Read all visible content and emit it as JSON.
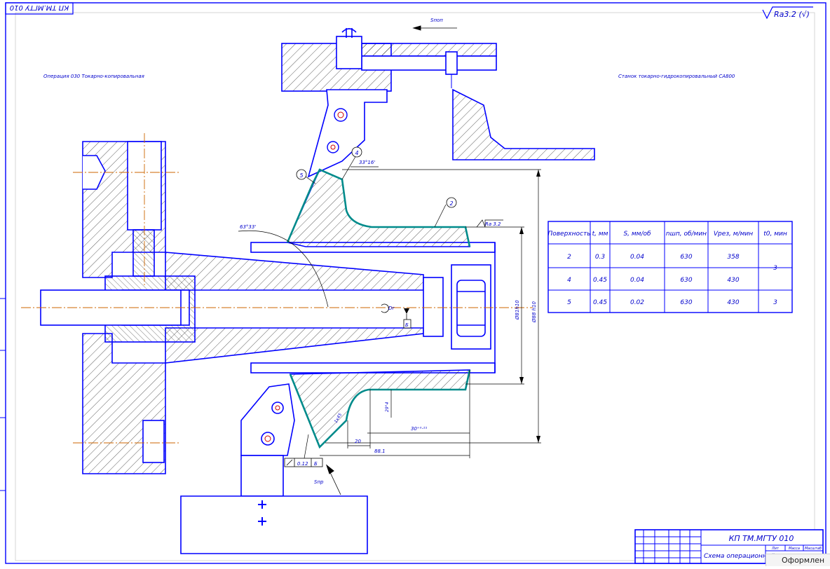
{
  "drawing": {
    "stamp_top": "КП ТМ.МГТУ 010",
    "roughness_sign": "Ra3.2 (√)",
    "operation": "Операция 030 Токарно-копировальная",
    "machine": "Станок токарно-гидрокопировальный  СА800",
    "feed_cross_label": "Sпоп",
    "feed_long_label": "Sпр",
    "rotation_label": "Dr"
  },
  "surface_marks": [
    "5",
    "4",
    "2"
  ],
  "dimensions": {
    "angle_4": "33°16'",
    "angle_main": "63°33'",
    "roughness_surface": "Ra 3.2",
    "diam_1": "Ø81h10",
    "diam_2": "Ø88 h10",
    "len_30": "30⁺⁰·²¹",
    "len_20": "20",
    "len_88": "88.1",
    "len_small": "29°4",
    "chamfer": "1х45",
    "tolerance_value": "0.12",
    "tolerance_base": "Б",
    "base_mark": "Б"
  },
  "cutting_table": {
    "headers": [
      "Поверхность",
      "t, мм",
      "S, мм/об",
      "nшп, об/мин",
      "Vрез, м/мин",
      "t0, мин"
    ],
    "rows": [
      [
        "2",
        "0.3",
        "0.04",
        "630",
        "358",
        ""
      ],
      [
        "4",
        "0.45",
        "0.04",
        "630",
        "430",
        "3"
      ],
      [
        "5",
        "0.45",
        "0.02",
        "630",
        "430",
        "3"
      ]
    ]
  },
  "title_block": {
    "code": "КП ТМ.МГТУ 010",
    "title": "Схема операционной наладки",
    "col_labels": [
      "Лит",
      "Масса",
      "Масштаб"
    ]
  },
  "status": {
    "label": "Оформлен"
  },
  "colors": {
    "line": "#0000ff",
    "surface": "#008b8b",
    "axis": "#cc6600",
    "dim": "#000000",
    "paper": "#ffffff"
  }
}
